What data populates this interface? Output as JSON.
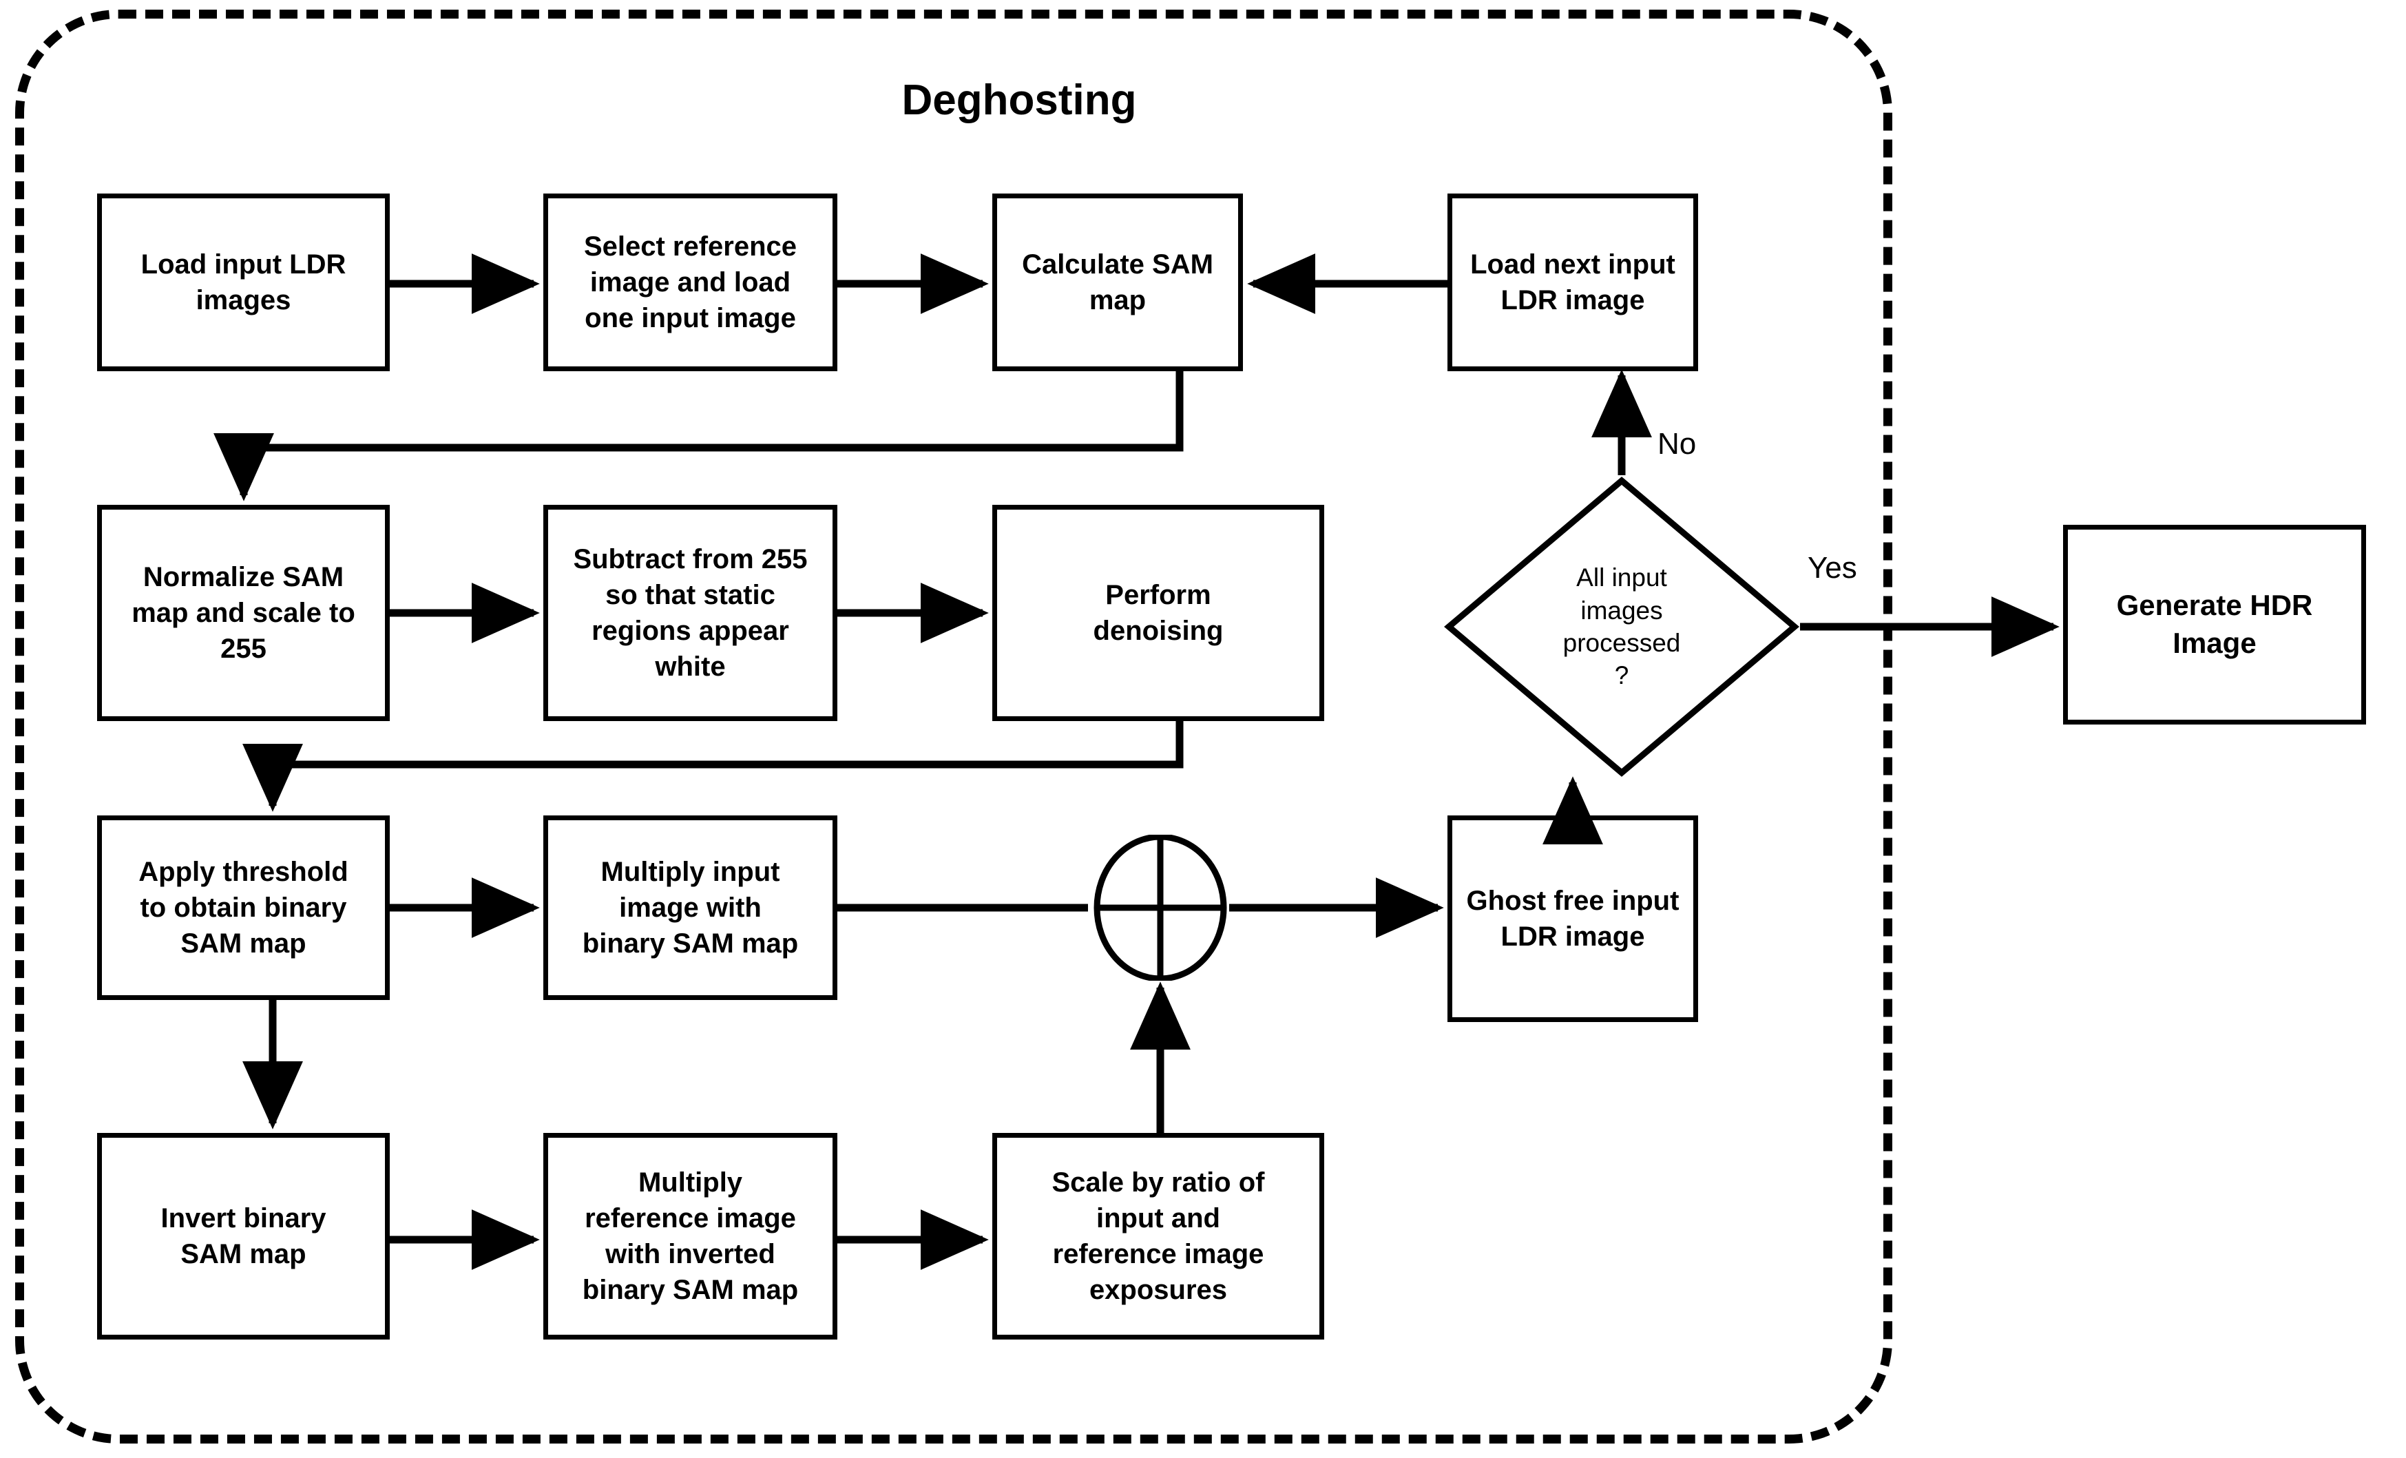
{
  "diagram": {
    "title": "Deghosting",
    "group_label": "deghosting-dashed-boundary",
    "colors": {
      "stroke": "#000000",
      "fill": "#ffffff",
      "background": "#ffffff"
    },
    "nodes": [
      {
        "id": "load-input-ldr-images",
        "shape": "rect",
        "label": "Load input LDR\nimages"
      },
      {
        "id": "select-reference-image",
        "shape": "rect",
        "label": "Select reference\nimage and load\none input image"
      },
      {
        "id": "calculate-sam-map",
        "shape": "rect",
        "label": "Calculate SAM\nmap"
      },
      {
        "id": "load-next-input-ldr",
        "shape": "rect",
        "label": "Load next input\nLDR image"
      },
      {
        "id": "normalize-sam-map",
        "shape": "rect",
        "label": "Normalize SAM\nmap and scale to\n255"
      },
      {
        "id": "subtract-from-255",
        "shape": "rect",
        "label": "Subtract from 255\nso that static\nregions appear\nwhite"
      },
      {
        "id": "perform-denoising",
        "shape": "rect",
        "label": "Perform\ndenoising"
      },
      {
        "id": "apply-threshold",
        "shape": "rect",
        "label": "Apply threshold\nto obtain binary\nSAM map"
      },
      {
        "id": "multiply-input-image",
        "shape": "rect",
        "label": "Multiply input\nimage with\nbinary SAM map"
      },
      {
        "id": "invert-binary-sam-map",
        "shape": "rect",
        "label": "Invert binary\nSAM map"
      },
      {
        "id": "multiply-reference-image",
        "shape": "rect",
        "label": "Multiply\nreference image\nwith inverted\nbinary SAM map"
      },
      {
        "id": "scale-by-ratio",
        "shape": "rect",
        "label": "Scale by ratio of\ninput and\nreference image\nexposures"
      },
      {
        "id": "summation-junction",
        "shape": "circle",
        "label": ""
      },
      {
        "id": "ghost-free-input-ldr",
        "shape": "rect",
        "label": "Ghost free input\nLDR image"
      },
      {
        "id": "all-input-images-processed",
        "shape": "diamond",
        "label": "All input\nimages\nprocessed\n?"
      },
      {
        "id": "generate-hdr-image",
        "shape": "rect",
        "label": "Generate HDR\nImage"
      }
    ],
    "edge_labels": {
      "no": "No",
      "yes": "Yes"
    }
  }
}
